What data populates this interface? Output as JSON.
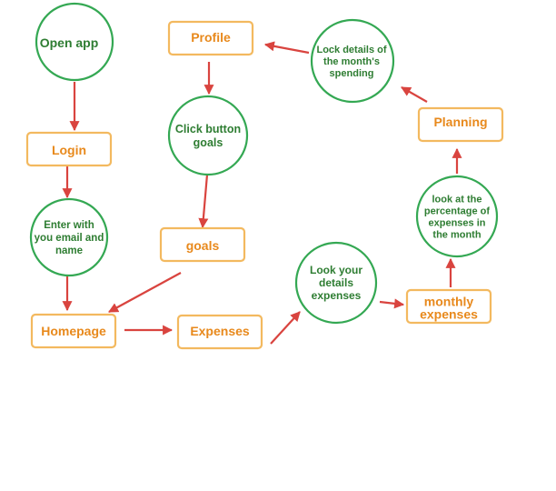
{
  "colors": {
    "box_stroke": "#f3b95f",
    "box_text": "#e8891c",
    "circle_stroke": "#34a853",
    "circle_text": "#2e7d32",
    "arrow": "#d9443f"
  },
  "nodes": {
    "open_app": {
      "lines": [
        "Open app"
      ]
    },
    "login": {
      "lines": [
        "Login"
      ]
    },
    "enter_email": {
      "lines": [
        "Enter with",
        "you email and",
        "name"
      ]
    },
    "homepage": {
      "lines": [
        "Homepage"
      ]
    },
    "expenses": {
      "lines": [
        "Expenses"
      ]
    },
    "look_details": {
      "lines": [
        "Look your",
        "details",
        "expenses"
      ]
    },
    "monthly_expenses": {
      "lines": [
        "monthly",
        "expenses"
      ]
    },
    "percentage": {
      "lines": [
        "look at the",
        "percentage of",
        "expenses in",
        "the month"
      ]
    },
    "planning": {
      "lines": [
        "Planning"
      ]
    },
    "lock_details": {
      "lines": [
        "Lock details of",
        "the month's",
        "spending"
      ]
    },
    "profile": {
      "lines": [
        "Profile"
      ]
    },
    "click_goals": {
      "lines": [
        "Click button",
        "goals"
      ]
    },
    "goals": {
      "lines": [
        "goals"
      ]
    }
  }
}
